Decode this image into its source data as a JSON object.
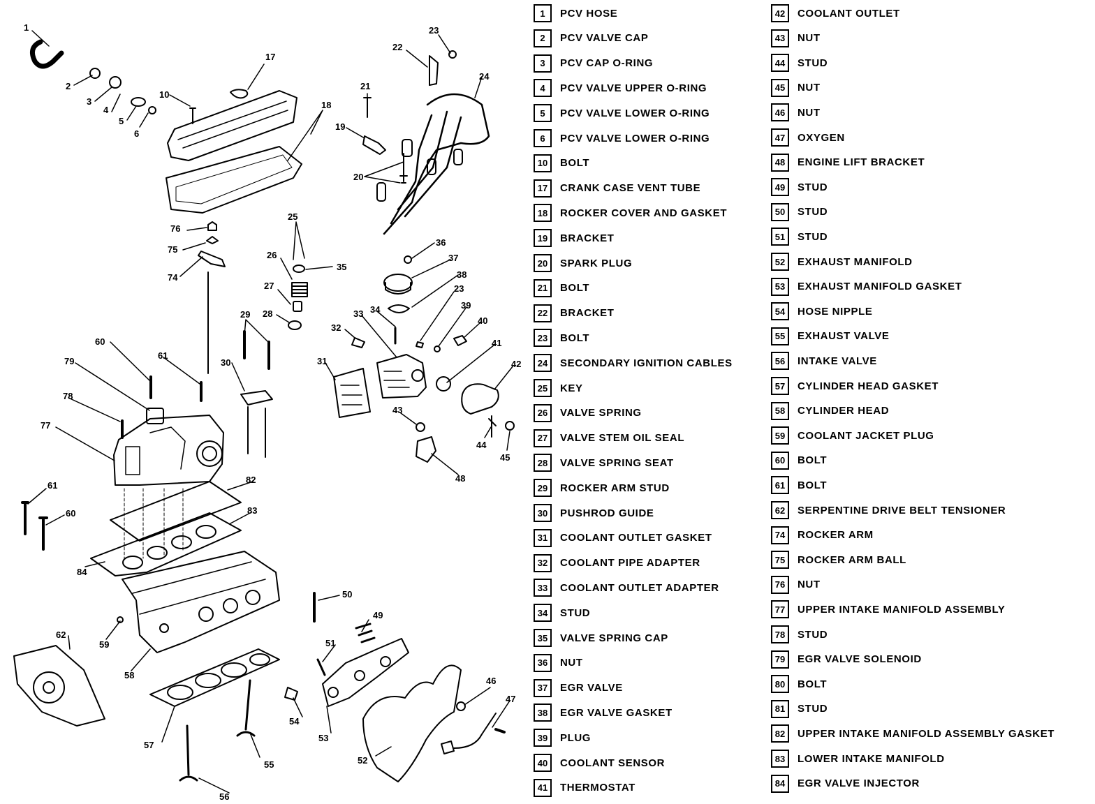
{
  "legend_left": [
    {
      "num": "1",
      "label": "PCV HOSE"
    },
    {
      "num": "2",
      "label": "PCV VALVE CAP"
    },
    {
      "num": "3",
      "label": "PCV CAP O-RING"
    },
    {
      "num": "4",
      "label": "PCV VALVE UPPER O-RING"
    },
    {
      "num": "5",
      "label": "PCV VALVE LOWER O-RING"
    },
    {
      "num": "6",
      "label": "PCV VALVE LOWER O-RING"
    },
    {
      "num": "10",
      "label": "BOLT"
    },
    {
      "num": "17",
      "label": "CRANK CASE VENT TUBE"
    },
    {
      "num": "18",
      "label": "ROCKER COVER AND GASKET"
    },
    {
      "num": "19",
      "label": "BRACKET"
    },
    {
      "num": "20",
      "label": "SPARK PLUG"
    },
    {
      "num": "21",
      "label": "BOLT"
    },
    {
      "num": "22",
      "label": "BRACKET"
    },
    {
      "num": "23",
      "label": "BOLT"
    },
    {
      "num": "24",
      "label": "SECONDARY IGNITION CABLES"
    },
    {
      "num": "25",
      "label": "KEY"
    },
    {
      "num": "26",
      "label": "VALVE SPRING"
    },
    {
      "num": "27",
      "label": "VALVE STEM OIL SEAL"
    },
    {
      "num": "28",
      "label": "VALVE SPRING SEAT"
    },
    {
      "num": "29",
      "label": "ROCKER ARM STUD"
    },
    {
      "num": "30",
      "label": "PUSHROD GUIDE"
    },
    {
      "num": "31",
      "label": "COOLANT OUTLET GASKET"
    },
    {
      "num": "32",
      "label": "COOLANT PIPE ADAPTER"
    },
    {
      "num": "33",
      "label": "COOLANT OUTLET ADAPTER"
    },
    {
      "num": "34",
      "label": "STUD"
    },
    {
      "num": "35",
      "label": "VALVE SPRING CAP"
    },
    {
      "num": "36",
      "label": "NUT"
    },
    {
      "num": "37",
      "label": "EGR VALVE"
    },
    {
      "num": "38",
      "label": "EGR VALVE GASKET"
    },
    {
      "num": "39",
      "label": "PLUG"
    },
    {
      "num": "40",
      "label": "COOLANT SENSOR"
    },
    {
      "num": "41",
      "label": "THERMOSTAT"
    }
  ],
  "legend_right": [
    {
      "num": "42",
      "label": "COOLANT OUTLET"
    },
    {
      "num": "43",
      "label": "NUT"
    },
    {
      "num": "44",
      "label": "STUD"
    },
    {
      "num": "45",
      "label": "NUT"
    },
    {
      "num": "46",
      "label": "NUT"
    },
    {
      "num": "47",
      "label": "OXYGEN"
    },
    {
      "num": "48",
      "label": "ENGINE LIFT BRACKET"
    },
    {
      "num": "49",
      "label": "STUD"
    },
    {
      "num": "50",
      "label": "STUD"
    },
    {
      "num": "51",
      "label": "STUD"
    },
    {
      "num": "52",
      "label": "EXHAUST MANIFOLD"
    },
    {
      "num": "53",
      "label": "EXHAUST MANIFOLD GASKET"
    },
    {
      "num": "54",
      "label": "HOSE NIPPLE"
    },
    {
      "num": "55",
      "label": "EXHAUST VALVE"
    },
    {
      "num": "56",
      "label": "INTAKE VALVE"
    },
    {
      "num": "57",
      "label": "CYLINDER HEAD GASKET"
    },
    {
      "num": "58",
      "label": "CYLINDER HEAD"
    },
    {
      "num": "59",
      "label": "COOLANT JACKET PLUG"
    },
    {
      "num": "60",
      "label": "BOLT"
    },
    {
      "num": "61",
      "label": "BOLT"
    },
    {
      "num": "62",
      "label": "SERPENTINE DRIVE BELT TENSIONER"
    },
    {
      "num": "74",
      "label": "ROCKER ARM"
    },
    {
      "num": "75",
      "label": "ROCKER ARM BALL"
    },
    {
      "num": "76",
      "label": "NUT"
    },
    {
      "num": "77",
      "label": "UPPER INTAKE MANIFOLD ASSEMBLY"
    },
    {
      "num": "78",
      "label": "STUD"
    },
    {
      "num": "79",
      "label": "EGR VALVE SOLENOID"
    },
    {
      "num": "80",
      "label": "BOLT"
    },
    {
      "num": "81",
      "label": "STUD"
    },
    {
      "num": "82",
      "label": "UPPER INTAKE MANIFOLD ASSEMBLY GASKET"
    },
    {
      "num": "83",
      "label": "LOWER  INTAKE MANIFOLD"
    },
    {
      "num": "84",
      "label": "EGR VALVE INJECTOR"
    }
  ],
  "callouts": {
    "c1": "1",
    "c2": "2",
    "c3": "3",
    "c4": "4",
    "c5": "5",
    "c6": "6",
    "c10": "10",
    "c17": "17",
    "c18": "18",
    "c19": "19",
    "c20": "20",
    "c21": "21",
    "c22": "22",
    "c23a": "23",
    "c23b": "23",
    "c24": "24",
    "c25": "25",
    "c26": "26",
    "c27": "27",
    "c28": "28",
    "c29": "29",
    "c30": "30",
    "c31": "31",
    "c32": "32",
    "c33": "33",
    "c34": "34",
    "c35": "35",
    "c36": "36",
    "c37": "37",
    "c38": "38",
    "c39": "39",
    "c40": "40",
    "c41": "41",
    "c42": "42",
    "c43": "43",
    "c44": "44",
    "c45": "45",
    "c46": "46",
    "c47": "47",
    "c48": "48",
    "c49": "49",
    "c50": "50",
    "c51": "51",
    "c52": "52",
    "c53": "53",
    "c54": "54",
    "c55": "55",
    "c56": "56",
    "c57": "57",
    "c58": "58",
    "c59": "59",
    "c60a": "60",
    "c60b": "60",
    "c61a": "61",
    "c61b": "61",
    "c62": "62",
    "c74": "74",
    "c75": "75",
    "c76": "76",
    "c77": "77",
    "c78": "78",
    "c79": "79",
    "c82": "82",
    "c83": "83",
    "c84": "84"
  }
}
